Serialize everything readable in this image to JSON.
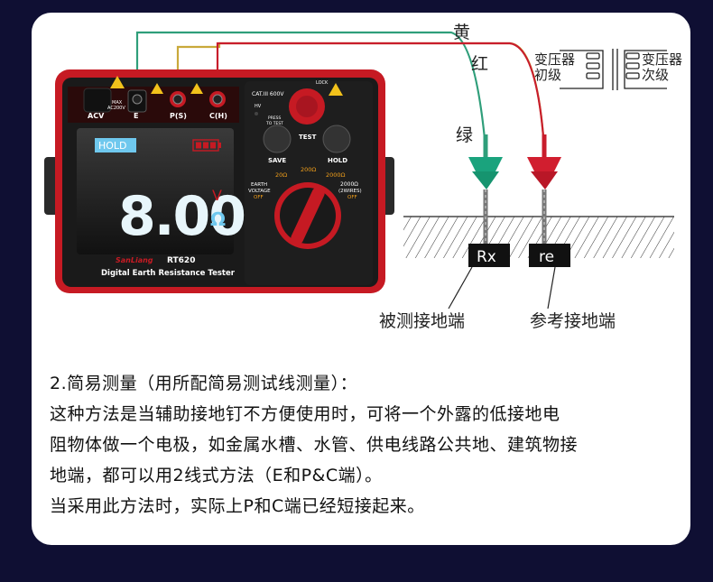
{
  "wires": {
    "yellow": "黄",
    "red": "红",
    "green": "绿",
    "colors": {
      "green": "#2f9e7a",
      "yellow": "#c9a93a",
      "red": "#c81d2c"
    }
  },
  "transformer": {
    "primary_line1": "变压器",
    "primary_line2": "初级",
    "secondary_line1": "变压器",
    "secondary_line2": "次级"
  },
  "device": {
    "brand": "SanLiang",
    "model": "RT620",
    "name": "Digital Earth Resistance Tester",
    "hold": "HOLD",
    "reading": "8.00",
    "unit_v": "V",
    "unit_ohm": "Ω",
    "max_label_1": "MAX",
    "max_label_2": "AC200V",
    "terminals": [
      "ACV",
      "E",
      "P(S)",
      "C(H)"
    ],
    "cat": "CAT.III 600V",
    "lock": "LOCK",
    "hv": "HV",
    "press_1": "PRESS",
    "press_2": "TO TEST",
    "test": "TEST",
    "save": "SAVE",
    "hold_btn": "HOLD",
    "ranges": [
      "20Ω",
      "200Ω",
      "2000Ω"
    ],
    "range_2w_1": "2000Ω",
    "range_2w_2": "(2WIRES)",
    "earth_voltage_1": "EARTH",
    "earth_voltage_2": "VOLTAGE",
    "off": "OFF"
  },
  "probes": {
    "rx": "Rx",
    "re": "re",
    "rx_label": "被测接地端",
    "re_label": "参考接地端"
  },
  "description": {
    "heading": "2.简易测量（用所配简易测试线测量）：",
    "lines": [
      "这种方法是当辅助接地钉不方便使用时，可将一个外露的低接地电",
      "阻物体做一个电极，如金属水槽、水管、供电线路公共地、建筑物接",
      "地端，都可以用2线式方法（E和P&C端）。",
      "当采用此方法时，实际上P和C端已经短接起来。"
    ]
  }
}
